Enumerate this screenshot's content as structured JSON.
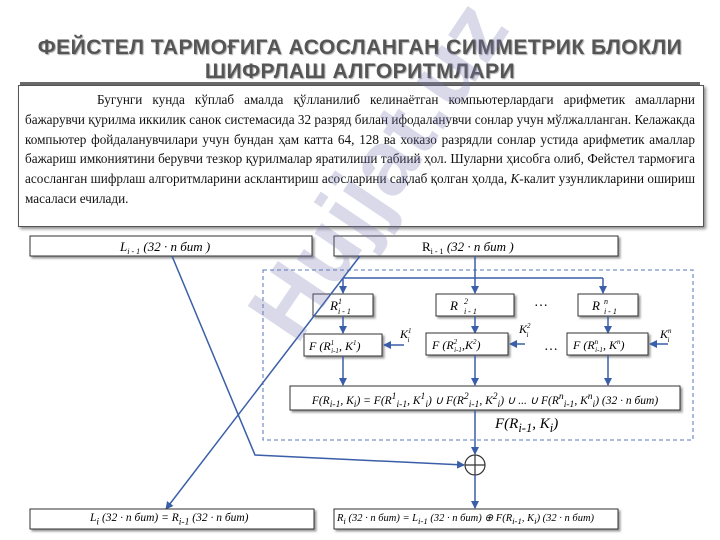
{
  "title": {
    "line1": "ФЕЙСТЕЛ ТАРМОҒИГА АСОСЛАНГАН СИММЕТРИК БЛОКЛИ",
    "line2": "ШИФРЛАШ АЛГОРИТМЛАРИ"
  },
  "paragraph": {
    "text": "Бугунги кунда кўплаб амалда қўлланилиб келинаётган компьютерлардаги арифметик амалларни бажарувчи қурилма иккилик санок системасида 32 разряд билан ифодаланувчи сонлар учун мўлжалланган. Келажакда компьютер фойдаланувчилари учун бундан ҳам катта 64, 128 ва хоказо разрядли сонлар устида арифметик амаллар бажариш имкониятини берувчи тезкор қурилмалар яратилиши табиий ҳол.  Шуларни ҳисобга олиб, Фейстел тармоғига асосланган шифрлаш алгоритмларини асклантириш асосларини сақлаб қолган ҳолда, ",
    "emph": "K",
    "tail": "-калит узунликларини ошириш масаласи ечилади."
  },
  "watermark": "Hujjat.uz",
  "diagram": {
    "left_top": {
      "main": "L",
      "sub": "i - 1",
      "rest": " (32  · n  бит  )"
    },
    "right_top": {
      "main": "R",
      "sub": "i - 1",
      "rest": " (32  · n  бит )"
    },
    "r_blocks": [
      {
        "main": "R",
        "sup": "1",
        "sub": "i - 1"
      },
      {
        "main": "R",
        "sup": "2",
        "sub": "i - 1"
      },
      {
        "main": "R",
        "sup": "n",
        "sub": "i - 1"
      }
    ],
    "ellipsis": "…",
    "k_labels": [
      {
        "main": "K",
        "sup": "1",
        "sub": "i"
      },
      {
        "main": "K",
        "sup": "2",
        "sub": "i"
      },
      {
        "main": "K",
        "sup": "n",
        "sub": "i"
      }
    ],
    "f_blocks": [
      {
        "pre": "F (R",
        "sup1": "1",
        "sub1": "i-1",
        "mid": ", K",
        "sup2": "1",
        "sub2": "i",
        "post": ")"
      },
      {
        "pre": "F (R",
        "sup1": "2",
        "sub1": "i-1",
        "mid": ",K",
        "sup2": "2",
        "sub2": "i",
        "post": ")"
      },
      {
        "pre": "F (R",
        "sup1": "n",
        "sub1": "i-1",
        "mid": ", K",
        "sup2": "n",
        "sub2": "i",
        "post": ")"
      }
    ],
    "union_formula": "F(R<sub>i-1</sub>, K<sub>i</sub>) = F(R<sup>1</sup><sub>i-1</sub>, K<sup>1</sup><sub>i</sub>) ∪ F(R<sup>2</sup><sub>i-1</sub>, K<sup>2</sup><sub>i</sub>) ∪ ... ∪ F(R<sup>n</sup><sub>i-1</sub>, K<sup>n</sup><sub>i</sub>)  (32 · n бит)",
    "f_result": "F(R<sub>i-1</sub>, K<sub>i</sub>)",
    "bottom_left": "L<sub>i</sub> (32 · n бит) = R<sub>i-1</sub> (32 · n бит)",
    "bottom_right": "R<sub>i</sub> (32 · n бит) = L<sub>i-1</sub> (32 · n бит) ⊕ F(R<sub>i-1</sub>, K<sub>i</sub>) (32 · n бит)",
    "colors": {
      "box_border": "#333333",
      "arrow": "#3a5fa8",
      "dashed": "#5577bb",
      "shadow": "#444444"
    }
  }
}
